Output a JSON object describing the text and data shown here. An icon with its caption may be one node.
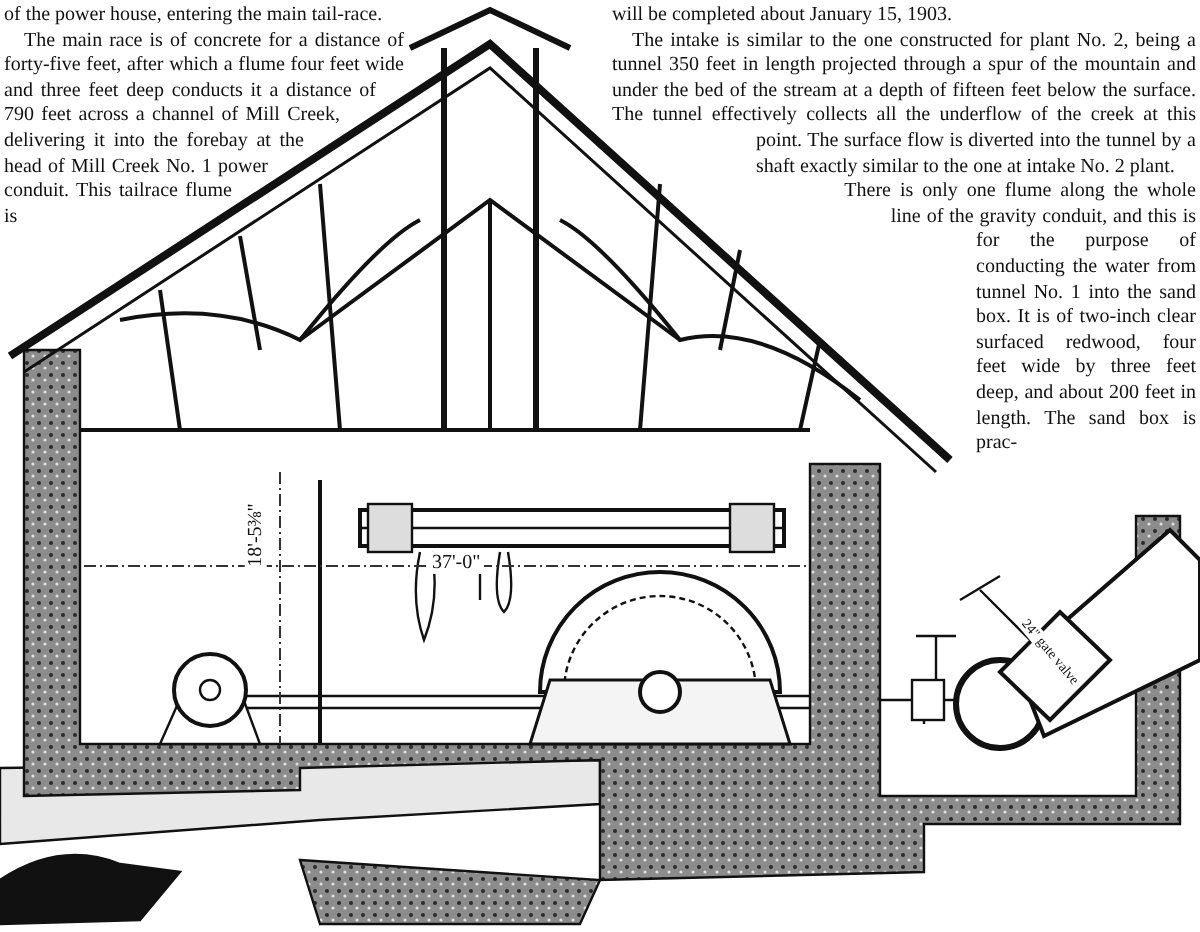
{
  "diagram": {
    "labels": [
      "of the power house, entering the main tail-race.",
      "The main race is of concrete for a distance of forty-five feet, after which a flume four feet wide and three feet deep conducts it a distance of 790 feet across a channel of Mill Creek, delivering it into the forebay at the head of Mill Creek No. 1 power conduit. This tailrace flume is",
      "will be completed about January 15, 1903.",
      "The intake is similar to the one constructed for plant No. 2, being a tunnel 350 feet in length projected through a spur of the mountain and under the bed of the stream at a depth of fifteen feet below the surface. The tunnel effectively collects all the underflow of the creek at this point. The surface flow is diverted into the tunnel by a shaft exactly similar to the one at intake No. 2 plant.",
      "There is only one flume along the whole line of the gravity conduit, and this is for the purpose of conducting the water from tunnel No. 1 into the sand box. It is of two-inch clear surfaced redwood, four feet wide by three feet deep, and about 200 feet in length. The sand box is prac-",
      "18'-5⅜\"",
      "37'-0\"",
      "24\" gate valve"
    ]
  }
}
